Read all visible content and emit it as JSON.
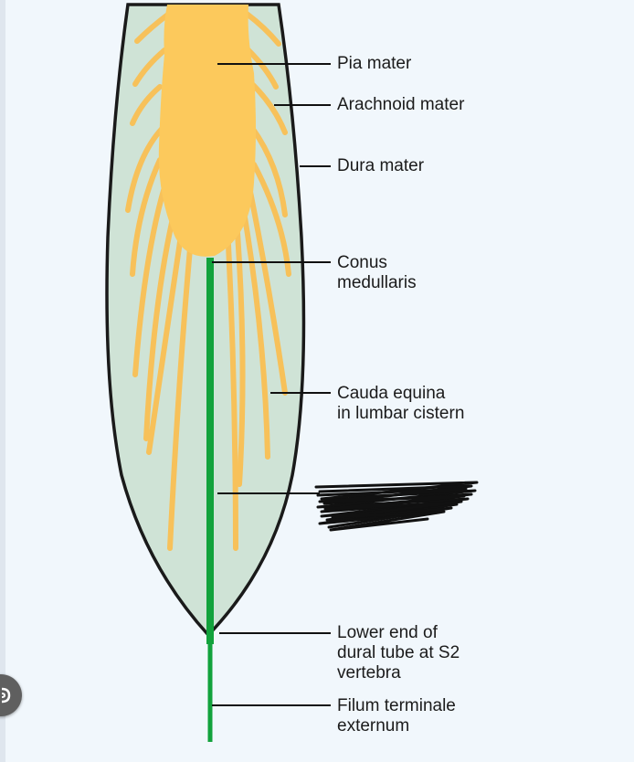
{
  "labels": {
    "pia_mater": "Pia mater",
    "arachnoid_mater": "Arachnoid mater",
    "dura_mater": "Dura mater",
    "conus_medullaris": "Conus\nmedullaris",
    "cauda_equina": "Cauda equina\nin lumbar cistern",
    "lower_end_dural_tube": "Lower end of\ndural tube at S2\nvertebra",
    "filum_terminale_externum": "Filum terminale\nexternum"
  },
  "colors": {
    "background": "#f1f7fc",
    "dural_sac_fill": "#cfe3d6",
    "dural_sac_outline": "#1a1a1a",
    "spinal_cord": "#fcc95c",
    "nerve_roots": "#f7c15a",
    "filum_terminale": "#12a23c",
    "leader_lines": "#111111",
    "redaction_scribble": "#111111",
    "side_button": "#5f5f5f"
  },
  "icons": {
    "side_button": "partial-circle-button-icon"
  }
}
